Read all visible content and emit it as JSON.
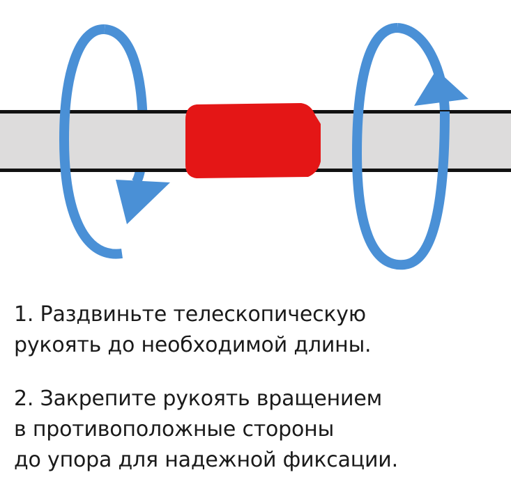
{
  "instructions": {
    "step1": {
      "line1": "1. Раздвиньте телескопическую",
      "line2": "рукоять до необходимой длины."
    },
    "step2": {
      "line1": "2. Закрепите рукоять вращением",
      "line2": "в противоположные стороны",
      "line3": "до упора для надежной фиксации."
    }
  },
  "colors": {
    "handle_fill": "#dddcdc",
    "handle_outline": "#111111",
    "coupling": "#e41616",
    "rotation_arrow": "#4a90d6",
    "text": "#1a1a1a"
  },
  "icons": {
    "left_arrow": "rotation-arrow-downward",
    "right_arrow": "rotation-arrow-upward"
  }
}
